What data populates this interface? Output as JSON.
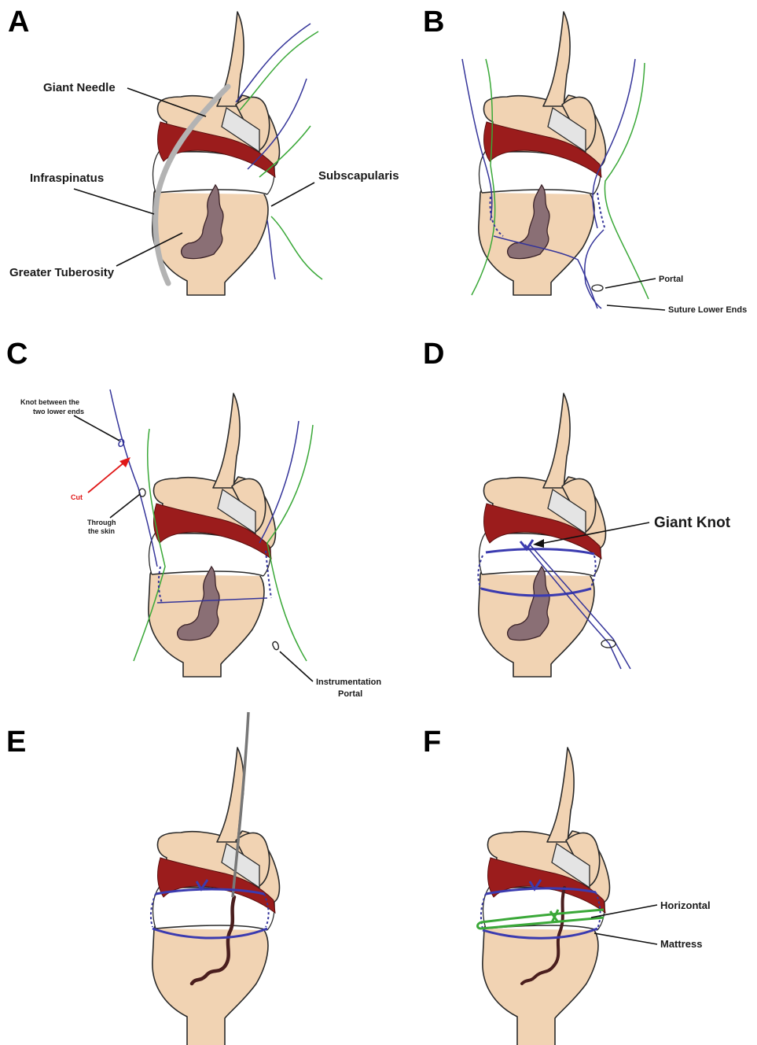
{
  "panels": {
    "a": {
      "letter": "A",
      "labels": {
        "giant_needle": "Giant Needle",
        "subscapularis": "Subscapularis",
        "infraspinatus": "Infraspinatus",
        "greater_tuberosity": "Greater Tuberosity"
      }
    },
    "b": {
      "letter": "B",
      "labels": {
        "portal": "Portal",
        "suture_lower_ends": "Suture Lower Ends"
      }
    },
    "c": {
      "letter": "C",
      "labels": {
        "knot_line1": "Knot between the",
        "knot_line2": "two lower ends",
        "cut": "Cut",
        "through_line1": "Through",
        "through_line2": "the skin",
        "instr_line1": "Instrumentation",
        "instr_line2": "Portal"
      }
    },
    "d": {
      "letter": "D",
      "labels": {
        "giant_knot": "Giant Knot"
      }
    },
    "e": {
      "letter": "E"
    },
    "f": {
      "letter": "F",
      "labels": {
        "horizontal": "Horizontal",
        "mattress": "Mattress"
      }
    }
  },
  "colors": {
    "bone": "#f1d3b3",
    "muscle_band": "#9b1c1c",
    "suture_blue": "#35359a",
    "suture_green": "#3aa838",
    "cut_arrow": "#e01818",
    "fracture": "#8a6f75",
    "fracture_line": "#4a1e1e",
    "needle": "#b3b3b3"
  }
}
